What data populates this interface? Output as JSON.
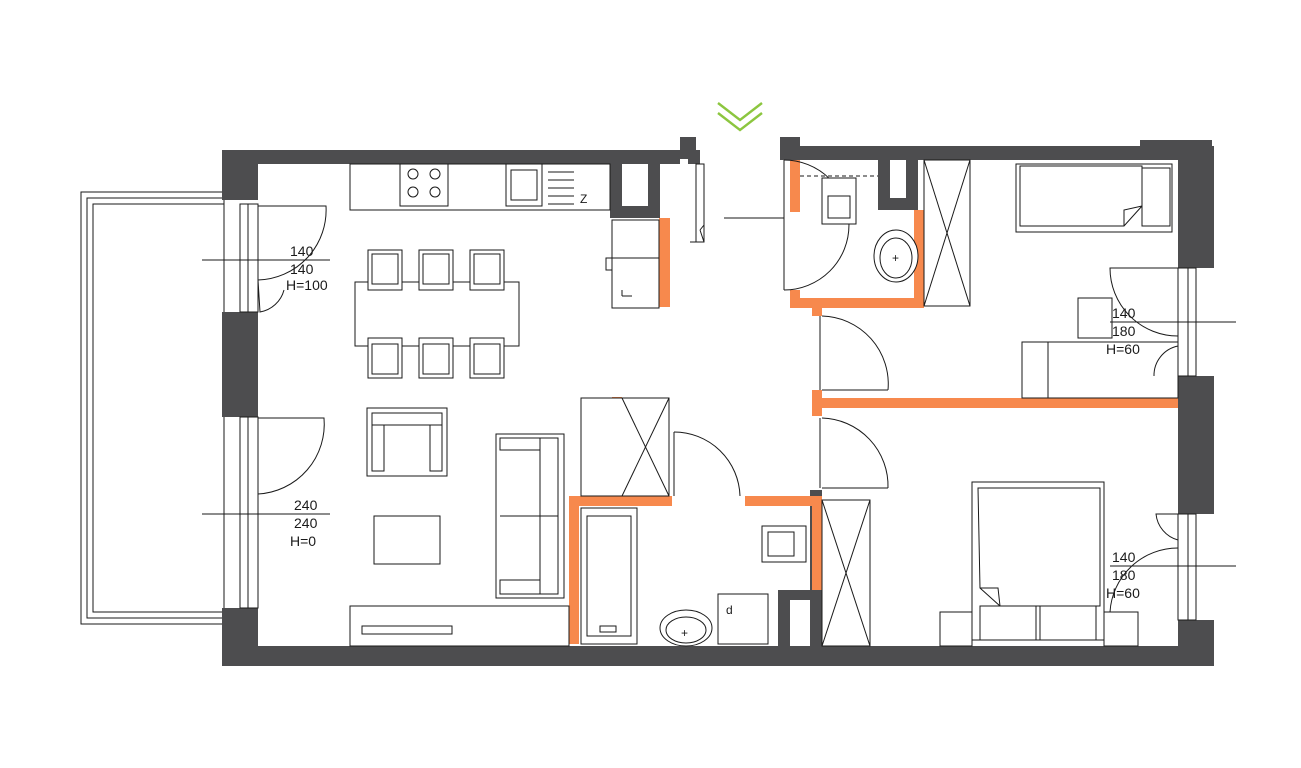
{
  "labels": {
    "win_left_top": {
      "width": "140",
      "height": "140",
      "sill": "H=100"
    },
    "win_left_bottom": {
      "width": "240",
      "height": "240",
      "sill": "H=0"
    },
    "win_right_top": {
      "width": "140",
      "height": "180",
      "sill": "H=60"
    },
    "win_right_bottom": {
      "width": "140",
      "height": "180",
      "sill": "H=60"
    }
  },
  "fixtures": {
    "sink_mark": "Z",
    "bath_mark": "d",
    "cabinet_mark": "L"
  },
  "colors": {
    "wall": "#4d4d4f",
    "partition": "#f7894d",
    "entrance_marker": "#8cc63f"
  },
  "icons": [
    "entrance-chevron-icon",
    "hob-icon",
    "sink-icon",
    "washbasin-icon",
    "door-swing-icon"
  ]
}
